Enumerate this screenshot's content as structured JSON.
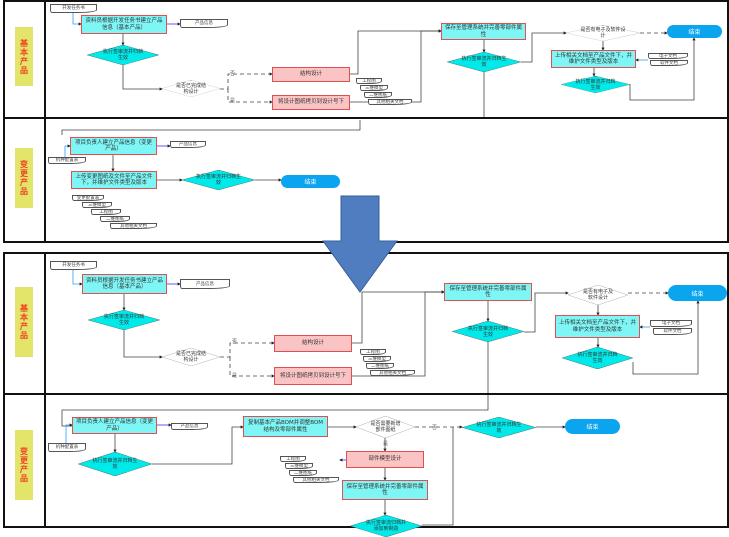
{
  "lanes": {
    "basic": "基本产品",
    "variant": "变更产品"
  },
  "top": {
    "dev_task": "开发任务书",
    "create_basic": "资料员根据开发任务书建立产品信息（基本产品）",
    "product_info": "产品信息",
    "approve1": "执行签审流并归档生效",
    "struct_done": "是否已完成结构设计",
    "no": "否",
    "yes": "是",
    "struct_design": "结构设计",
    "copy_drawings": "将设计图纸拷贝到设计号下",
    "docs": [
      "工程图",
      "三维模型",
      "二维图纸",
      "其他相关文档"
    ],
    "save_attrs": "保存至管理系统并完善零部件属性",
    "approve2": "执行签审流并归档生效",
    "has_elec": "是否有电子及软件设计",
    "end": "结束",
    "upload_docs": "上传相关文档至产品文件下，并维护文件类型及版本",
    "elec_docs": [
      "电子文档",
      "软件文档"
    ],
    "approve3": "执行签审流并归档生效",
    "v_create": "项目负责人建立产品信息（变更产品）",
    "v_product_info": "产品信息",
    "v_config": "机种配置表",
    "v_upload": "上传变更图纸及文件至产品文件下，并维护文件类型及版本",
    "v_approve": "执行签审流并归档生效",
    "v_end": "结束",
    "v_docs": [
      "变更配置表",
      "三维模型",
      "工程图",
      "二维图纸",
      "其他相关文档"
    ]
  },
  "bottom": {
    "dev_task": "开发任务书",
    "create_basic": "资料员根据开发任务书建立产品信息（基本产品）",
    "product_info": "产品信息",
    "approve1": "执行签审流并归档生效",
    "struct_done": "是否已完成结构设计",
    "no": "否",
    "yes": "是",
    "struct_design": "结构设计",
    "copy_drawings": "将设计图纸拷贝到设计号下",
    "docs": [
      "工程图",
      "三维模型",
      "二维图纸",
      "其他相关文档"
    ],
    "save_attrs": "保存至管理系统并完善零部件属性",
    "approve2": "执行签审流并归档生效",
    "has_elec": "是否有电子及软件设计",
    "end": "结束",
    "upload_docs": "上传相关文档至产品文件下，并维护文件类型及版本",
    "elec_docs": [
      "电子文档",
      "软件文档"
    ],
    "approve3": "执行签审流并归档生效",
    "v_create": "项目负责人建立产品信息（变更产品）",
    "v_product_info": "产品信息",
    "v_config": "机种配置表",
    "v_approve1": "执行签审流并归档生效",
    "v_copy_bom": "复制基本产品BOM并调整BOM结构及零部件属性",
    "v_need_new": "是否需要新增部件图纸",
    "v_no": "否",
    "v_yes": "是",
    "v_approve2": "执行签审流并归档生效",
    "v_end": "结束",
    "v_part_design": "部件模型设计",
    "v_docs": [
      "工程图",
      "三维模型",
      "二维图纸",
      "其他相关文档"
    ],
    "v_save": "保存至管理系统并完善零部件属性",
    "v_approve3": "执行签审流归档并添加到制造"
  },
  "colors": {
    "process": "#7ff6f6",
    "design": "#fbc4c4",
    "end": "#0aa4ef",
    "lane": "#e3e46a",
    "arrow": "#4f7dbf"
  }
}
